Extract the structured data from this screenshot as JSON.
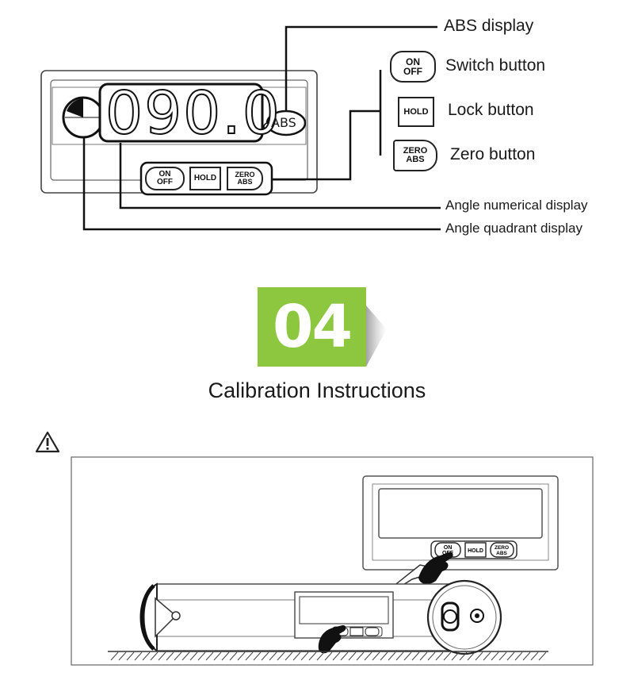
{
  "device": {
    "reading": "090.0",
    "abs_indicator": "ABS",
    "buttons": {
      "on_off": [
        "ON",
        "OFF"
      ],
      "hold": "HOLD",
      "zero_abs": [
        "ZERO",
        "ABS"
      ]
    }
  },
  "callouts": {
    "abs_display": "ABS display",
    "switch_button": "Switch button",
    "lock_button": "Lock button",
    "zero_button": "Zero button",
    "angle_numerical_display": "Angle numerical display",
    "angle_quadrant_display": "Angle quadrant display"
  },
  "section": {
    "number": "04",
    "title": "Calibration Instructions",
    "badge_color": "#8dc63f"
  },
  "warning_icon": "warning-triangle-icon"
}
